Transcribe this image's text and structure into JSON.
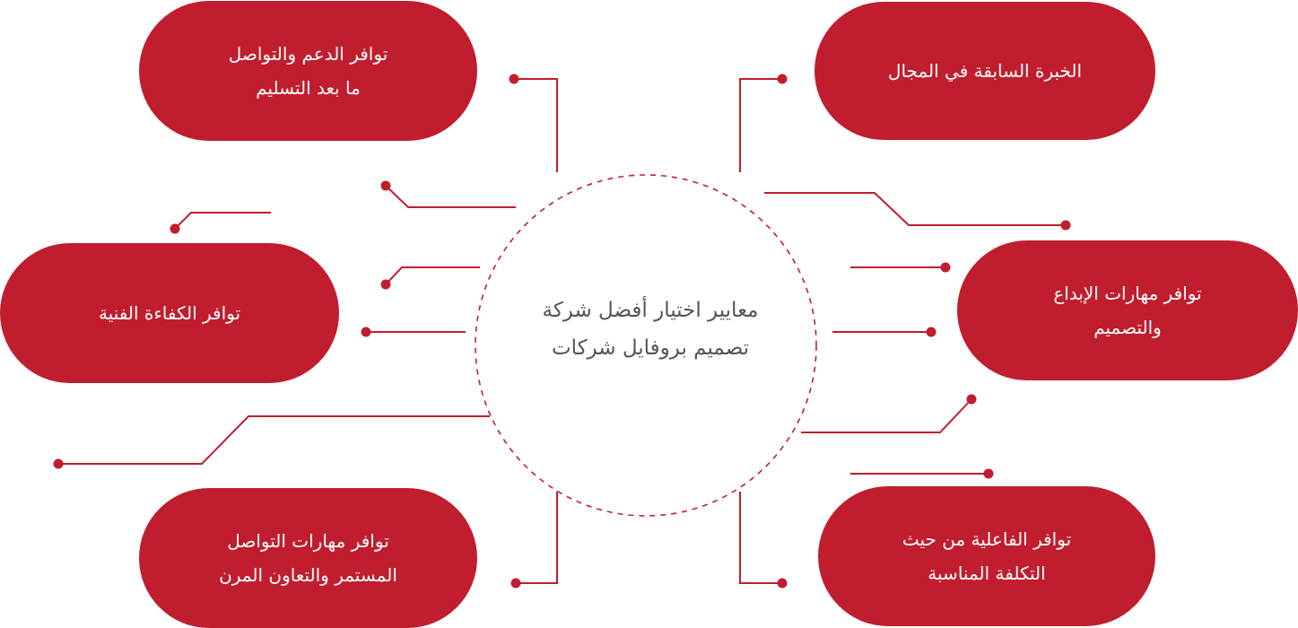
{
  "center": {
    "line1": "معايير اختيار أفضل شركة",
    "line2": "تصميم بروفايل شركات"
  },
  "criteria": [
    {
      "id": "experience",
      "line1": "الخبرة السابقة في المجال",
      "line2": ""
    },
    {
      "id": "creativity",
      "line1": "توافر مهارات الإبداع",
      "line2": "والتصميم"
    },
    {
      "id": "cost",
      "line1": "توافر الفاعلية من حيث",
      "line2": "التكلفة المناسبة"
    },
    {
      "id": "support",
      "line1": "توافر الدعم والتواصل",
      "line2": "ما بعد التسليم"
    },
    {
      "id": "competence",
      "line1": "توافر الكفاءة الفنية",
      "line2": ""
    },
    {
      "id": "communication",
      "line1": "توافر مهارات التواصل",
      "line2": "المستمر والتعاون المرن"
    }
  ],
  "colors": {
    "accent": "#c01e2e",
    "pill_text": "#ffffff",
    "center_text": "#555555"
  }
}
